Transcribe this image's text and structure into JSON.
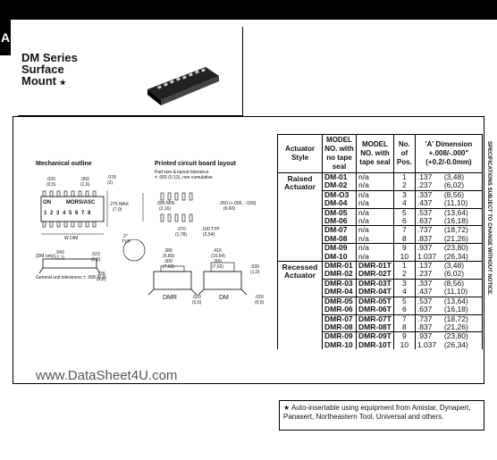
{
  "header": {
    "tab_letter": "A"
  },
  "series": {
    "title_lines": [
      "DM Series",
      "Surface",
      "Mount"
    ],
    "star": "★"
  },
  "diagrams": {
    "mechanical_title": "Mechanical outline",
    "pcb_title": "Printed circuit board layout",
    "pcb_note_1": "Pad size & layout tolerance",
    "pcb_note_2": "± .005 (0,13), non cumulative",
    "switch_on": "ON",
    "switch_brand": "MORS/ASC",
    "switch_numbers": "1 2 3 4 5 6 7 8",
    "dim_w": "W DIM",
    "dim_020": ".020",
    "dim_020mm": "(0,5)",
    "dim_060": ".060",
    "dim_060mm": "(1,6)",
    "dim_078": ".078",
    "dim_078mm": "(2)",
    "dim_275": ".275 MAX",
    "dim_275mm": "(7,0)",
    "dim_085": ".085 MIN",
    "dim_085mm": "(2,16)",
    "dim_260": ".260 (+.005, -.030)",
    "dim_260mm": "(6,60)",
    "dim_070": ".070",
    "dim_070mm": "(1,78)",
    "dim_100": ".100 TYP",
    "dim_100mm": "(2,54)",
    "dim_2typ": "2°",
    "dim_2typ_b": "TYP",
    "dim_dmonly": "(DM only)",
    "dim_043": ".043",
    "dim_043mm": "(1,1)",
    "dim_023": ".023",
    "dim_023mm": "(0,6)",
    "dim_386": ".386",
    "dim_386mm": "(9,80)",
    "dim_300a": ".300",
    "dim_300amm": "(7,62)",
    "dim_416": ".416",
    "dim_416mm": "(10,54)",
    "dim_300b": ".300",
    "dim_300bmm": "(7,62)",
    "dim_039": ".039",
    "dim_039mm": "(1,0)",
    "dim_020b": ".020",
    "dim_020bmm": "(0,5)",
    "dim_020c": ".020",
    "dim_020cmm": "(0,5)",
    "dim_126": ".126",
    "dim_126mm": "(3,2)",
    "label_dmr": "DMR",
    "label_dm": "DM",
    "tolerance": "General unit tolerances ± .008 (0,2)"
  },
  "table": {
    "headers": {
      "style": "Actuator Style",
      "with_no": "MODEL NO. with no tape seal",
      "with": "MODEL NO. with tape seal",
      "pos": "No. of Pos.",
      "dim": "'A' Dimension +.008/-.000\" (+0.2/-0.0mm)"
    },
    "raised": {
      "style": "Raised Actuator",
      "rows": [
        {
          "no": "DM-01",
          "tape": "n/a",
          "pos": "1",
          "dim": ".137",
          "mm": "(3,48)"
        },
        {
          "no": "DM-02",
          "tape": "n/a",
          "pos": "2",
          "dim": ".237",
          "mm": "(6,02)"
        },
        {
          "no": "DM-O3",
          "tape": "n/a",
          "pos": "3",
          "dim": ".337",
          "mm": "(8,56)"
        },
        {
          "no": "DM-04",
          "tape": "n/a",
          "pos": "4",
          "dim": ".437",
          "mm": "(11,10)"
        },
        {
          "no": "DM-05",
          "tape": "n/a",
          "pos": "5",
          "dim": ".537",
          "mm": "(13,64)"
        },
        {
          "no": "DM-06",
          "tape": "n/a",
          "pos": "6",
          "dim": ".637",
          "mm": "(16,18)"
        },
        {
          "no": "DM-07",
          "tape": "n/a",
          "pos": "7",
          "dim": ".737",
          "mm": "(18,72)"
        },
        {
          "no": "DM-08",
          "tape": "n/a",
          "pos": "8",
          "dim": ".837",
          "mm": "(21,26)"
        },
        {
          "no": "DM-09",
          "tape": "n/a",
          "pos": "9",
          "dim": ".937",
          "mm": "(23,80)"
        },
        {
          "no": "DM-10",
          "tape": "n/a",
          "pos": "10",
          "dim": "1.037",
          "mm": "(26,34)"
        }
      ]
    },
    "recessed": {
      "style": "Recessed Actuator",
      "rows": [
        {
          "no": "DMR-01",
          "tape": "DMR-01T",
          "pos": "1",
          "dim": ".137",
          "mm": "(3,48)"
        },
        {
          "no": "DMR-02",
          "tape": "DMR-02T",
          "pos": "2",
          "dim": ".237",
          "mm": "(6,02)"
        },
        {
          "no": "DMR-03",
          "tape": "DMR-03T",
          "pos": "3",
          "dim": ".337",
          "mm": "(8,56)"
        },
        {
          "no": "DMR-04",
          "tape": "DMR-04T",
          "pos": "4",
          "dim": ".437",
          "mm": "(11,10)"
        },
        {
          "no": "DMR-05",
          "tape": "DMR-05T",
          "pos": "5",
          "dim": ".537",
          "mm": "(13,64)"
        },
        {
          "no": "DMR-06",
          "tape": "DMR-06T",
          "pos": "6",
          "dim": ".637",
          "mm": "(16,18)"
        },
        {
          "no": "DMR-07",
          "tape": "DMR-07T",
          "pos": "7",
          "dim": ".737",
          "mm": "(18,72)"
        },
        {
          "no": "DMR-08",
          "tape": "DMR-08T",
          "pos": "8",
          "dim": ".837",
          "mm": "(21,26)"
        },
        {
          "no": "DMR-09",
          "tape": "DMR-09T",
          "pos": "9",
          "dim": ".937",
          "mm": "(23,80)"
        },
        {
          "no": "DMR-10",
          "tape": "DMR-10T",
          "pos": "10",
          "dim": "1.037",
          "mm": "(26,34)"
        }
      ]
    }
  },
  "side_note": "SPECIFICATIONS SUBJECT TO CHANGE WITHOUT NOTICE.",
  "watermark": "www.DataSheet4U.com",
  "footnote": "★ Auto-insertable using equipment from Amistar, Dynapert, Panasert, Northeastern Tool, Universal and others."
}
